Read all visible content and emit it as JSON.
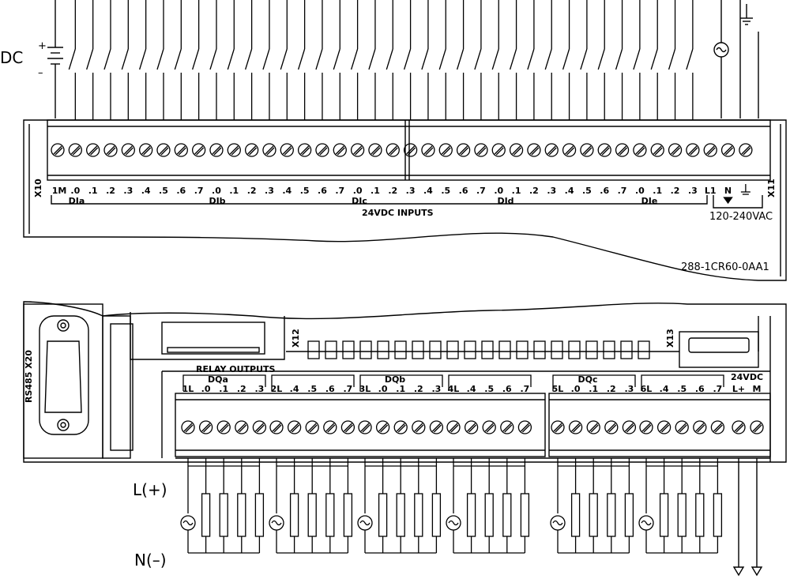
{
  "top_block": {
    "left_connector": "X10",
    "right_connector": "X11",
    "input_labels": [
      "1M",
      ".0",
      ".1",
      ".2",
      ".3",
      ".4",
      ".5",
      ".6",
      ".7",
      ".0",
      ".1",
      ".2",
      ".3",
      ".4",
      ".5",
      ".6",
      ".7",
      ".0",
      ".1",
      ".2",
      ".3",
      ".4",
      ".5",
      ".6",
      ".7",
      ".0",
      ".1",
      ".2",
      ".3",
      ".4",
      ".5",
      ".6",
      ".7",
      ".0",
      ".1",
      ".2",
      ".3"
    ],
    "power_labels": [
      "L1",
      "N"
    ],
    "groups": [
      "DIa",
      "DIb",
      "DIc",
      "DId",
      "DIe"
    ],
    "section_title": "24VDC INPUTS",
    "supply_label": "120-240VAC",
    "part_number": "288-1CR60-0AA1",
    "dc_label": "DC",
    "plus_sign": "+",
    "minus_sign": "–"
  },
  "bottom_block": {
    "port_label": "RS485 X20",
    "x12": "X12",
    "x13": "X13",
    "section_title": "RELAY OUTPUTS",
    "groups": [
      {
        "name": "DQa",
        "labels": [
          "1L",
          ".0",
          ".1",
          ".2",
          ".3"
        ]
      },
      {
        "name": "",
        "labels": [
          "2L",
          ".4",
          ".5",
          ".6",
          ".7"
        ]
      },
      {
        "name": "DQb",
        "labels": [
          "3L",
          ".0",
          ".1",
          ".2",
          ".3"
        ]
      },
      {
        "name": "",
        "labels": [
          "4L",
          ".4",
          ".5",
          ".6",
          ".7"
        ]
      },
      {
        "name": "DQc",
        "labels": [
          "5L",
          ".0",
          ".1",
          ".2",
          ".3"
        ]
      },
      {
        "name": "",
        "labels": [
          "6L",
          ".4",
          ".5",
          ".6",
          ".7"
        ]
      }
    ],
    "supply_title": "24VDC",
    "supply_labels": [
      "L+",
      "M"
    ],
    "l_label": "L(+)",
    "n_label": "N(–)"
  }
}
